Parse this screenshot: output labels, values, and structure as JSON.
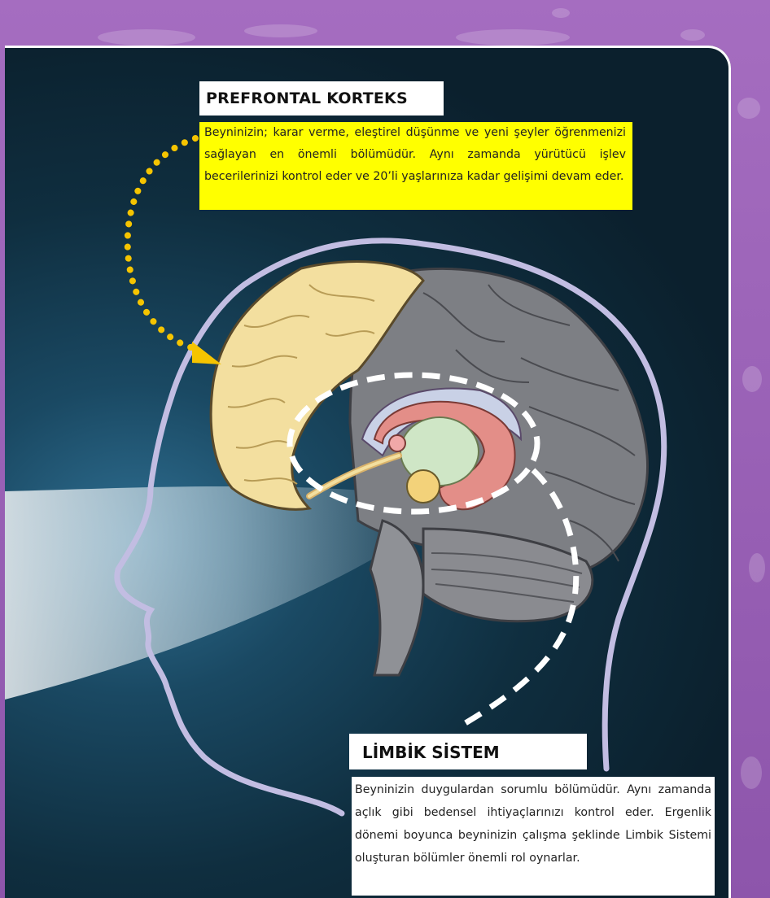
{
  "prefrontal": {
    "title": "PREFRONTAL KORTEKS",
    "description": "Beyninizin; karar verme, eleştirel düşünme ve yeni şeyler öğrenmenizi sağlayan en önemli bölümüdür. Aynı zamanda yürütücü işlev becerilerinizi kontrol eder ve 20’li yaşlarınıza kadar gelişimi devam eder."
  },
  "limbic": {
    "title": "LİMBİK SİSTEM",
    "description": "Beyninizin duygulardan sorumlu bölümüdür. Aynı zamanda açlık gibi bedensel ihtiyaçlarınızı kontrol eder. Ergenlik dönemi boyunca beyninizin çalışma şeklinde Limbik Sistemi oluşturan bölümler önemli rol oynarlar."
  },
  "colors": {
    "highlight_yellow": "#ffff00",
    "arrow_yellow": "#f5c400",
    "frontal_lobe": "#f3df9f",
    "rest_of_brain": "#7d7f84",
    "limbic_pink": "#e38e88",
    "head_outline": "#c2bde2",
    "background_purple": "#9a63b7"
  }
}
